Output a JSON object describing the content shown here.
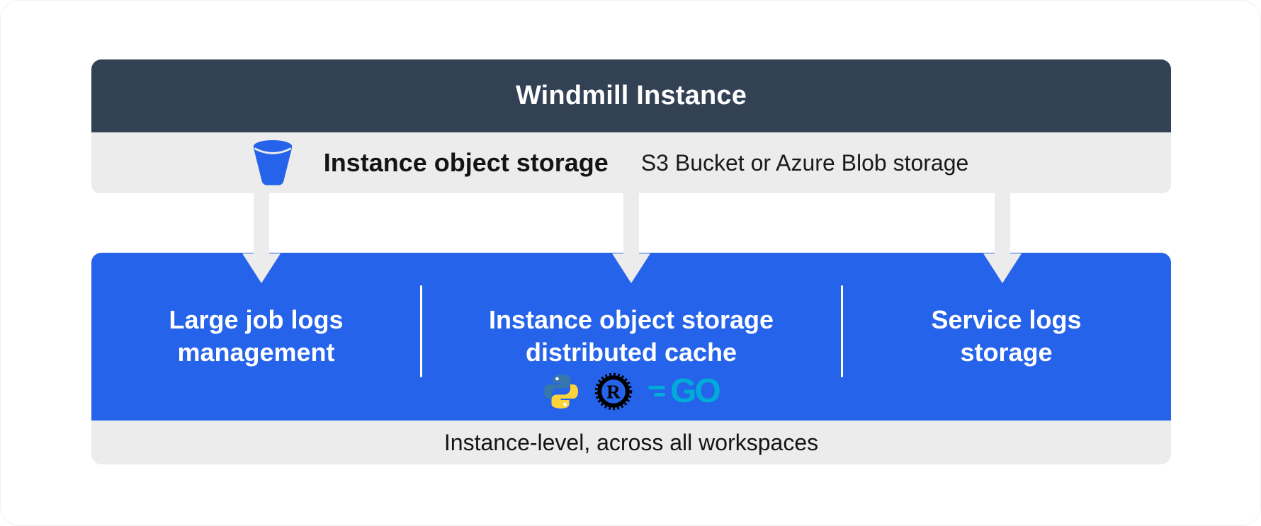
{
  "header": {
    "title": "Windmill Instance"
  },
  "storage_bar": {
    "icon": "bucket-icon",
    "title": "Instance object storage",
    "subtitle": "S3 Bucket or Azure Blob storage"
  },
  "panel": {
    "sections": [
      {
        "line1": "Large job logs",
        "line2": "management"
      },
      {
        "line1": "Instance object storage",
        "line2": "distributed cache",
        "languages": [
          "python-icon",
          "rust-icon",
          "go-icon"
        ],
        "rust_letter": "R",
        "go_label": "GO"
      },
      {
        "line1": "Service logs",
        "line2": "storage"
      }
    ]
  },
  "footer": {
    "label": "Instance-level, across all workspaces"
  },
  "colors": {
    "header_bg": "#334155",
    "panel_blue": "#2563eb",
    "bar_gray": "#ececec",
    "bucket_blue": "#2563eb",
    "python_blue": "#3776AB",
    "python_yellow": "#FFD43B",
    "rust_black": "#000000",
    "go_cyan": "#00ACD7",
    "text_dark": "#141414",
    "text_light": "#ffffff"
  }
}
